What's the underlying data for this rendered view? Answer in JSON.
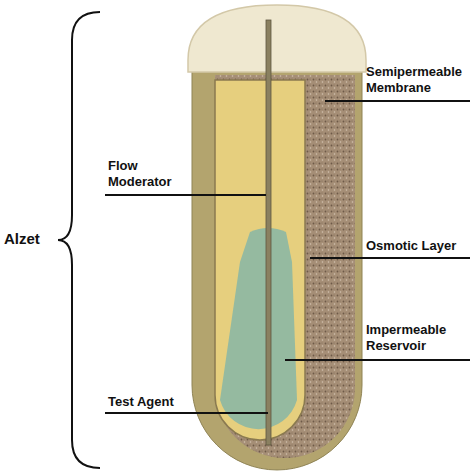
{
  "diagram": {
    "labels": [
      "Alzet",
      "Semipermeable Membrane",
      "Flow Moderator",
      "Osmotic Layer",
      "Impermeable Reservoir",
      "Test Agent"
    ]
  }
}
